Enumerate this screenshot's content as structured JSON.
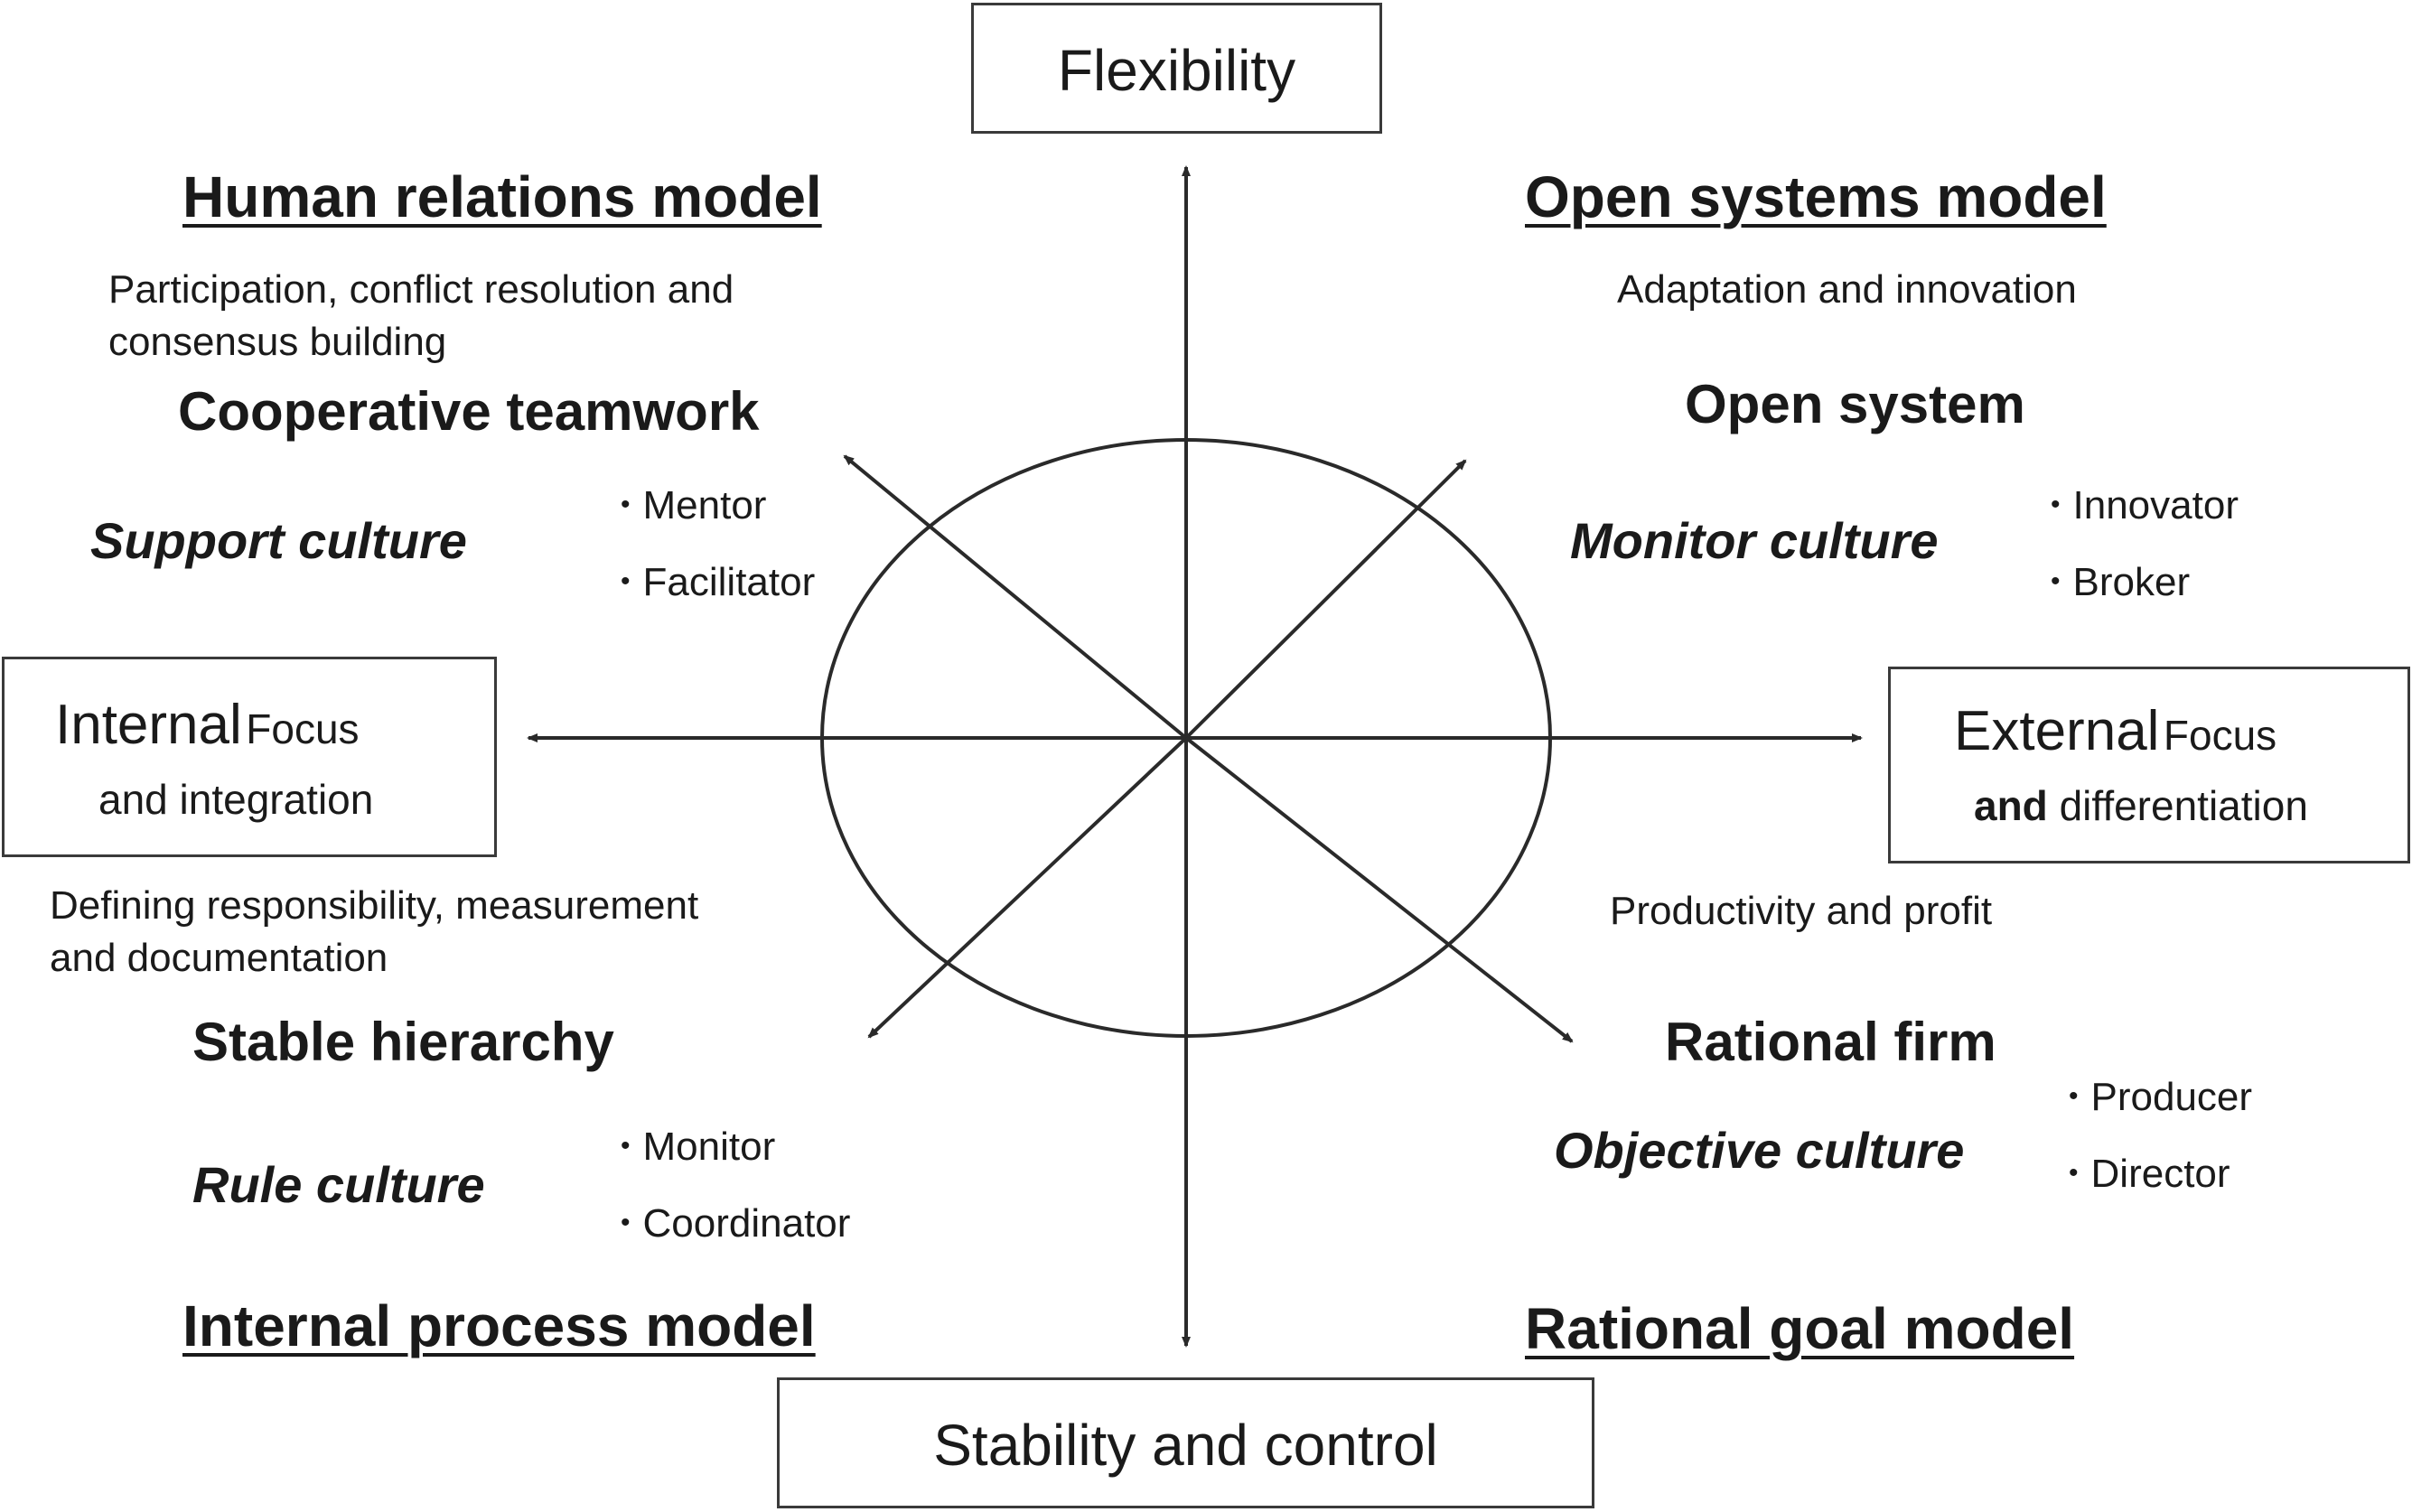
{
  "axes": {
    "top": "Flexibility",
    "bottom": "Stability and control",
    "left": {
      "main": "Internal",
      "small": "Focus",
      "line2": "and integration"
    },
    "right": {
      "main": "External",
      "small": "Focus",
      "line2_bold": "and",
      "line2": "differentiation"
    }
  },
  "quadrants": {
    "top_left": {
      "model": "Human relations model",
      "description": "Participation, conflict resolution and consensus building",
      "subtitle": "Cooperative teamwork",
      "culture": "Support culture",
      "roles": [
        "Mentor",
        "Facilitator"
      ]
    },
    "top_right": {
      "model": "Open systems model",
      "description": "Adaptation and innovation",
      "subtitle": "Open system",
      "culture": "Monitor culture",
      "roles": [
        "Innovator",
        "Broker"
      ]
    },
    "bottom_left": {
      "model": "Internal process model",
      "description": "Defining responsibility, measurement and documentation",
      "subtitle": "Stable hierarchy",
      "culture": "Rule culture",
      "roles": [
        "Monitor",
        "Coordinator"
      ]
    },
    "bottom_right": {
      "model": "Rational goal model",
      "description": "Productivity and profit",
      "subtitle": "Rational firm",
      "culture": "Objective culture",
      "roles": [
        "Producer",
        "Director"
      ]
    }
  },
  "colors": {
    "line": "#2a2a2a",
    "text": "#1a1a1a"
  }
}
